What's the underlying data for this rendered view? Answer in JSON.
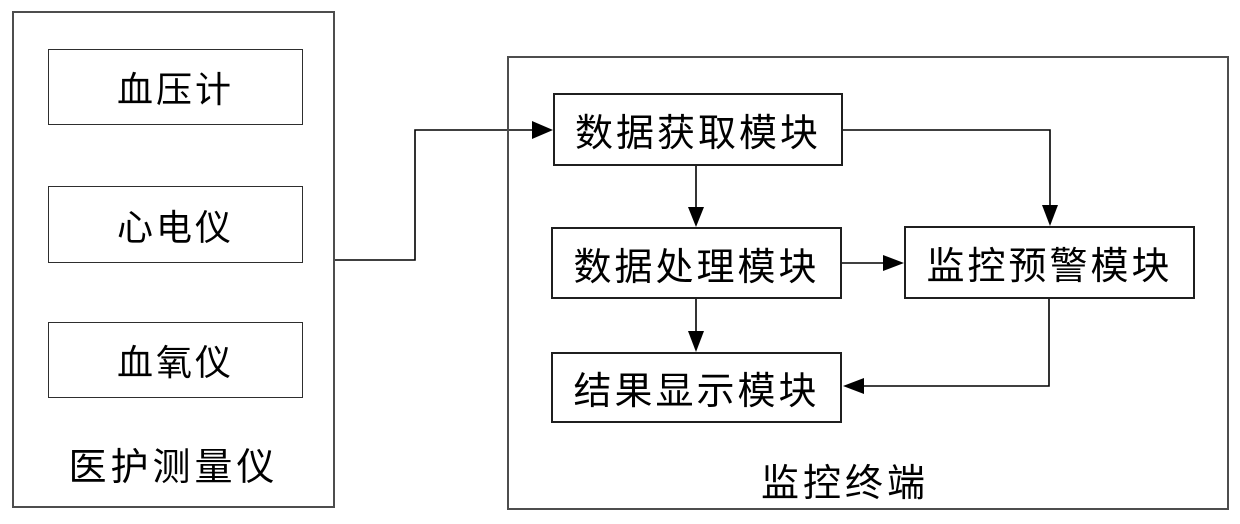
{
  "figure": {
    "type": "block-diagram",
    "background": "#ffffff",
    "line_color": "#000000",
    "text_color": "#000000"
  },
  "left_panel": {
    "label": "医护测量仪",
    "devices": [
      {
        "label": "血压计"
      },
      {
        "label": "心电仪"
      },
      {
        "label": "血氧仪"
      }
    ]
  },
  "right_panel": {
    "label": "监控终端",
    "modules": [
      {
        "label": "数据获取模块"
      },
      {
        "label": "数据处理模块"
      },
      {
        "label": "监控预警模块"
      },
      {
        "label": "结果显示模块"
      }
    ]
  },
  "connections": [
    {
      "from": "医护测量仪",
      "to": "数据获取模块",
      "style": "elbow-right-up-right"
    },
    {
      "from": "数据获取模块",
      "to": "数据处理模块",
      "style": "straight-down"
    },
    {
      "from": "数据获取模块",
      "to": "监控预警模块",
      "style": "elbow-right-down"
    },
    {
      "from": "数据处理模块",
      "to": "监控预警模块",
      "style": "straight-right"
    },
    {
      "from": "数据处理模块",
      "to": "结果显示模块",
      "style": "straight-down"
    },
    {
      "from": "监控预警模块",
      "to": "结果显示模块",
      "style": "elbow-down-left"
    }
  ]
}
